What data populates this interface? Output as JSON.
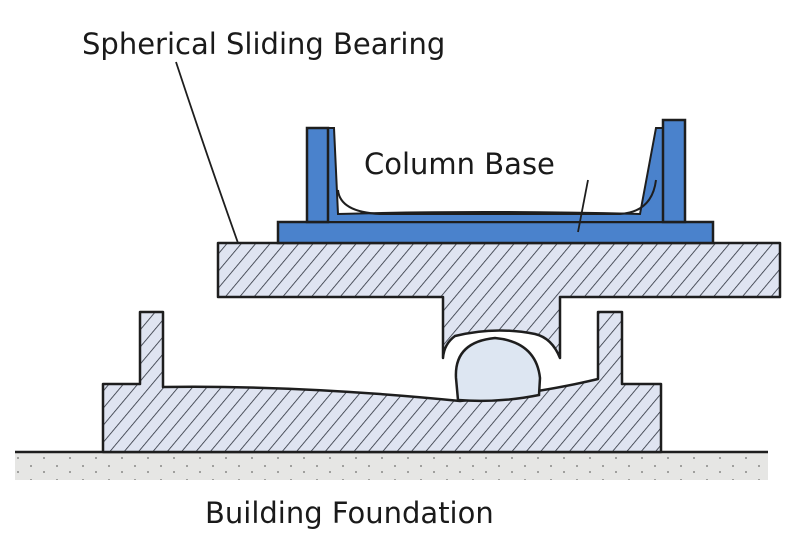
{
  "labels": {
    "bearing": "Spherical Sliding Bearing",
    "column_base": "Column Base",
    "foundation": "Building Foundation"
  },
  "colors": {
    "outline": "#1e1e1e",
    "hatch_fill": "#dfe4f1",
    "hatch_line": "#2a2f3a",
    "steel": "#4a82cc",
    "ball": "#dde6f2",
    "ground": "#e6e6e4"
  }
}
